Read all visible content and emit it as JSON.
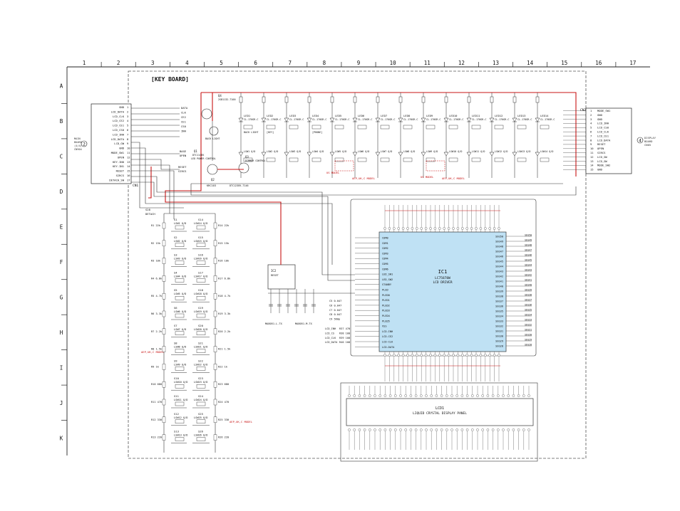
{
  "title": "[KEY BOARD]",
  "col_labels": [
    "1",
    "2",
    "3",
    "4",
    "5",
    "6",
    "7",
    "8",
    "9",
    "10",
    "11",
    "12",
    "13",
    "14",
    "15",
    "16",
    "17"
  ],
  "row_labels": [
    "A",
    "B",
    "C",
    "D",
    "E",
    "F",
    "G",
    "H",
    "I",
    "J",
    "K"
  ],
  "left_connector": {
    "ref": "CN1",
    "board_note": [
      "MAIN",
      "BOARD",
      "(4/4)",
      "CN904"
    ],
    "ref_mark": "2",
    "pins": [
      "GND",
      "LCD_DATA",
      "LCD_CLK",
      "LCD_CE2",
      "LCD_CE1",
      "LCD_CS0",
      "LCD_INH",
      "LCD_DATA",
      "LCD_GW",
      "GND",
      "MODE_SW1",
      "OPEN",
      "KEY-IN0",
      "KEY-IN1",
      "RESET",
      "SIRCS",
      "DETACH_SW"
    ],
    "pin_numbers": [
      "1",
      "2",
      "3",
      "4",
      "5",
      "6",
      "7",
      "8",
      "9",
      "10",
      "11",
      "12",
      "13",
      "14",
      "15",
      "16",
      "17"
    ]
  },
  "right_connector": {
    "ref": "CN2",
    "board_note": [
      "DISPLAY",
      "BOARD",
      "CN05"
    ],
    "ref_mark": "4",
    "pins": [
      "MODE_SW1",
      "GND",
      "GND",
      "LCD_INH",
      "LCD_CS0",
      "LCD_CLK",
      "LCD_CE1",
      "LCD_DATA",
      "RESET",
      "OPEN",
      "SIRCS",
      "LCD_GW",
      "LCD_GW",
      "MODE_SW2",
      "GND"
    ],
    "pin_numbers": [
      "1",
      "2",
      "3",
      "4",
      "5",
      "6",
      "7",
      "8",
      "9",
      "10",
      "11",
      "12",
      "13",
      "14",
      "15"
    ]
  },
  "ic": {
    "ref": "IC1",
    "part": "LC75878W",
    "function": "LCD DRIVER",
    "left_pins": [
      "COM0",
      "COM1",
      "COM2",
      "COM3",
      "COM4",
      "COM5",
      "COM6",
      "LED_SW1",
      "LED_SW2",
      "STANBY",
      "PLED",
      "PLED0",
      "PLED1",
      "PLED2",
      "PLED3",
      "PLED4",
      "PLED5",
      "VSS",
      "LCD-INH",
      "LCD-CE2",
      "LCD-CLK",
      "LCD-DATA"
    ],
    "right_pins": [
      "SEG50",
      "SEG49",
      "SEG48",
      "SEG47",
      "SEG46",
      "SEG45",
      "SEG44",
      "SEG43",
      "SEG42",
      "SEG41",
      "SEG40",
      "SEG39",
      "SEG38",
      "SEG37",
      "SEG36",
      "SEG35",
      "SEG34",
      "SEG33",
      "SEG32",
      "SEG31",
      "SEG30",
      "SEG29",
      "SEG28"
    ]
  },
  "lcd": {
    "ref": "LCD1",
    "name": "LIQUID CRYSTAL DISPLAY PANEL"
  },
  "transistors": [
    {
      "ref": "Q1",
      "part": "DTC114EK",
      "note": "LED POWER CONTROL"
    },
    {
      "ref": "Q2",
      "part": "KRC103"
    },
    {
      "ref": "Q3",
      "part": "DTC123EK-T146",
      "note": "DIMMER CONTROL"
    },
    {
      "ref": "Q4",
      "part": "2SB1132-T100",
      "note": "BACK LIGHT"
    }
  ],
  "leds_top": [
    {
      "ref": "LED1",
      "part": "CL-170GR-C",
      "note": "BACK LIGHT"
    },
    {
      "ref": "LED2",
      "part": "CL-170GR-C",
      "note": "[KEY]"
    },
    {
      "ref": "LED3",
      "part": "CL-170GR-C"
    },
    {
      "ref": "LED4",
      "part": "CL-170GR-C",
      "note": "[PHONE]"
    },
    {
      "ref": "LED5",
      "part": "CL-170GR-C"
    },
    {
      "ref": "LED6",
      "part": "CL-170GR-C"
    },
    {
      "ref": "LED7",
      "part": "CL-170GR-C"
    },
    {
      "ref": "LED8",
      "part": "CL-170GR-C"
    },
    {
      "ref": "LED9",
      "part": "CL-170GR-C"
    },
    {
      "ref": "LED10",
      "part": "CL-170GR-C"
    },
    {
      "ref": "LED11",
      "part": "CL-170GR-C"
    },
    {
      "ref": "LED12",
      "part": "CL-170GR-C"
    },
    {
      "ref": "LED13",
      "part": "CL-170GR-C"
    },
    {
      "ref": "LED14",
      "part": "CL-170GR-C"
    }
  ],
  "led_switch_labels": [
    "LSW1 Q/D",
    "LSW2 Q/D",
    "LSW3 Q/D",
    "LSW4 Q/D",
    "LSW5 Q/D",
    "LSW6 Q/D",
    "LSW7 Q/D",
    "LSW8 Q/D",
    "LSW9 Q/D",
    "LSW10 Q/D",
    "LSW11 Q/D",
    "LSW12 Q/D",
    "LSW13 Q/D",
    "LSW14 Q/D"
  ],
  "model_notes": [
    "US MODEL",
    "AEP,UK,C MODEL",
    "US MODEL",
    "AEP,UK,C MODEL"
  ],
  "switch_columns": {
    "left": [
      {
        "ref": "S1",
        "label": "LSW1 Q/D",
        "res": "R1 22k"
      },
      {
        "ref": "S2",
        "label": "LSW2 Q/D",
        "res": "R2 15k"
      },
      {
        "ref": "S3",
        "label": "LSW3 Q/D",
        "res": "R3 10k"
      },
      {
        "ref": "S4",
        "label": "LSW4 Q/D",
        "res": "R4 6.8k"
      },
      {
        "ref": "S5",
        "label": "LSW5 Q/D",
        "res": "R5 4.7k"
      },
      {
        "ref": "S6",
        "label": "LSW6 Q/D",
        "res": "R6 3.3k"
      },
      {
        "ref": "S7",
        "label": "LSW7 Q/D",
        "res": "R7 2.2k"
      },
      {
        "ref": "S8",
        "label": "LSW8 Q/D",
        "res": "R8 1.5k"
      },
      {
        "ref": "S9",
        "label": "LSW9 Q/D",
        "res": "R9 1k"
      },
      {
        "ref": "S10",
        "label": "LSW10 Q/D",
        "res": "R10 680"
      },
      {
        "ref": "S11",
        "label": "LSW11 Q/D",
        "res": "R11 470"
      },
      {
        "ref": "S12",
        "label": "LSW12 Q/D",
        "res": "R12 330"
      },
      {
        "ref": "S13",
        "label": "LSW13 Q/D",
        "res": "R13 220"
      }
    ],
    "right": [
      {
        "ref": "S14",
        "label": "LSW14 Q/D",
        "res": "R14 22k"
      },
      {
        "ref": "S15",
        "label": "LSW15 Q/D",
        "res": "R15 15k"
      },
      {
        "ref": "S16",
        "label": "LSW16 Q/D",
        "res": "R16 10k"
      },
      {
        "ref": "S17",
        "label": "LSW17 Q/D",
        "res": "R17 6.8k"
      },
      {
        "ref": "S18",
        "label": "LSW18 Q/D",
        "res": "R18 4.7k"
      },
      {
        "ref": "S19",
        "label": "LSW19 Q/D",
        "res": "R19 3.3k"
      },
      {
        "ref": "S20",
        "label": "LSW20 Q/D",
        "res": "R20 2.2k"
      },
      {
        "ref": "S21",
        "label": "LSW21 Q/D",
        "res": "R21 1.5k"
      },
      {
        "ref": "S22",
        "label": "LSW22 Q/D",
        "res": "R22 1k"
      },
      {
        "ref": "S23",
        "label": "LSW23 Q/D",
        "res": "R23 680"
      },
      {
        "ref": "S24",
        "label": "LSW24 Q/D",
        "res": "R24 470"
      },
      {
        "ref": "S25",
        "label": "LSW25 Q/D",
        "res": "R25 330"
      },
      {
        "ref": "S26",
        "label": "LSW26 Q/D",
        "res": "R26 220"
      }
    ]
  },
  "switch_model_notes": [
    "AEP,UK,C MODEL",
    "AEP,UK,C MODEL"
  ],
  "detach": {
    "ref": "S28",
    "label": "DETACH"
  },
  "mid_parts": [
    {
      "ref": "IC2",
      "label": "RESET"
    },
    {
      "ref": "D1",
      "label": "MA8051-L-TX"
    },
    {
      "ref": "D2",
      "label": "MA8051-M-TX"
    }
  ],
  "signal_inputs": [
    "LCD_INH",
    "LCD_CS",
    "LCD_CLK",
    "LCD_DATA"
  ],
  "signal_resistors": [
    "R37 470",
    "R38 100",
    "R39 100",
    "R40 100"
  ],
  "cap_labels": [
    "C5 0.047",
    "C6 0.047",
    "C7 0.047",
    "C8 0.047",
    "C9 560p"
  ],
  "net_labels_left": [
    "DATA",
    "CLK",
    "CE2",
    "CE1",
    "CS0",
    "INH",
    "RESET",
    "SIRCS",
    "BASE",
    "OPEN"
  ],
  "colors": {
    "red_wire": "#c81414",
    "ic_fill": "#bfe1f4",
    "lcd_fill": "#ffffff",
    "line": "#1a1a1a"
  }
}
